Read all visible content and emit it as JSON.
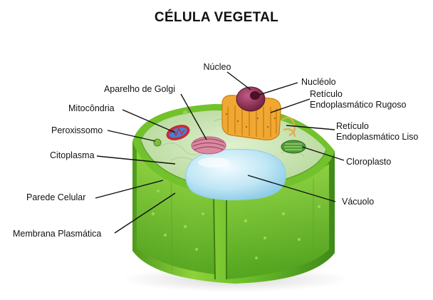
{
  "title": "CÉLULA VEGETAL",
  "labels": {
    "nucleo": "Núcleo",
    "nucleolo": "Nucléolo",
    "golgi": "Aparelho de Golgi",
    "reticulo_rugoso_1": "Retículo",
    "reticulo_rugoso_2": "Endoplasmático Rugoso",
    "mitocondria": "Mitocôndria",
    "peroxissomo": "Peroxissomo",
    "reticulo_liso_1": "Retículo",
    "reticulo_liso_2": "Endoplasmático Liso",
    "citoplasma": "Citoplasma",
    "cloroplasto": "Cloroplasto",
    "parede_celular": "Parede Celular",
    "vacuolo": "Vácuolo",
    "membrana_plasmatica": "Membrana Plasmática"
  },
  "colors": {
    "cell_wall": "#6cbf2a",
    "cytoplasm": "#c9e3b0",
    "vacuole": "#bfe6f5",
    "nucleus": "#8b2d4f",
    "er_rough": "#f0a833",
    "mitochondrion": "#c8283a",
    "golgi": "#d98aa0",
    "chloroplast": "#4f9a3a"
  }
}
